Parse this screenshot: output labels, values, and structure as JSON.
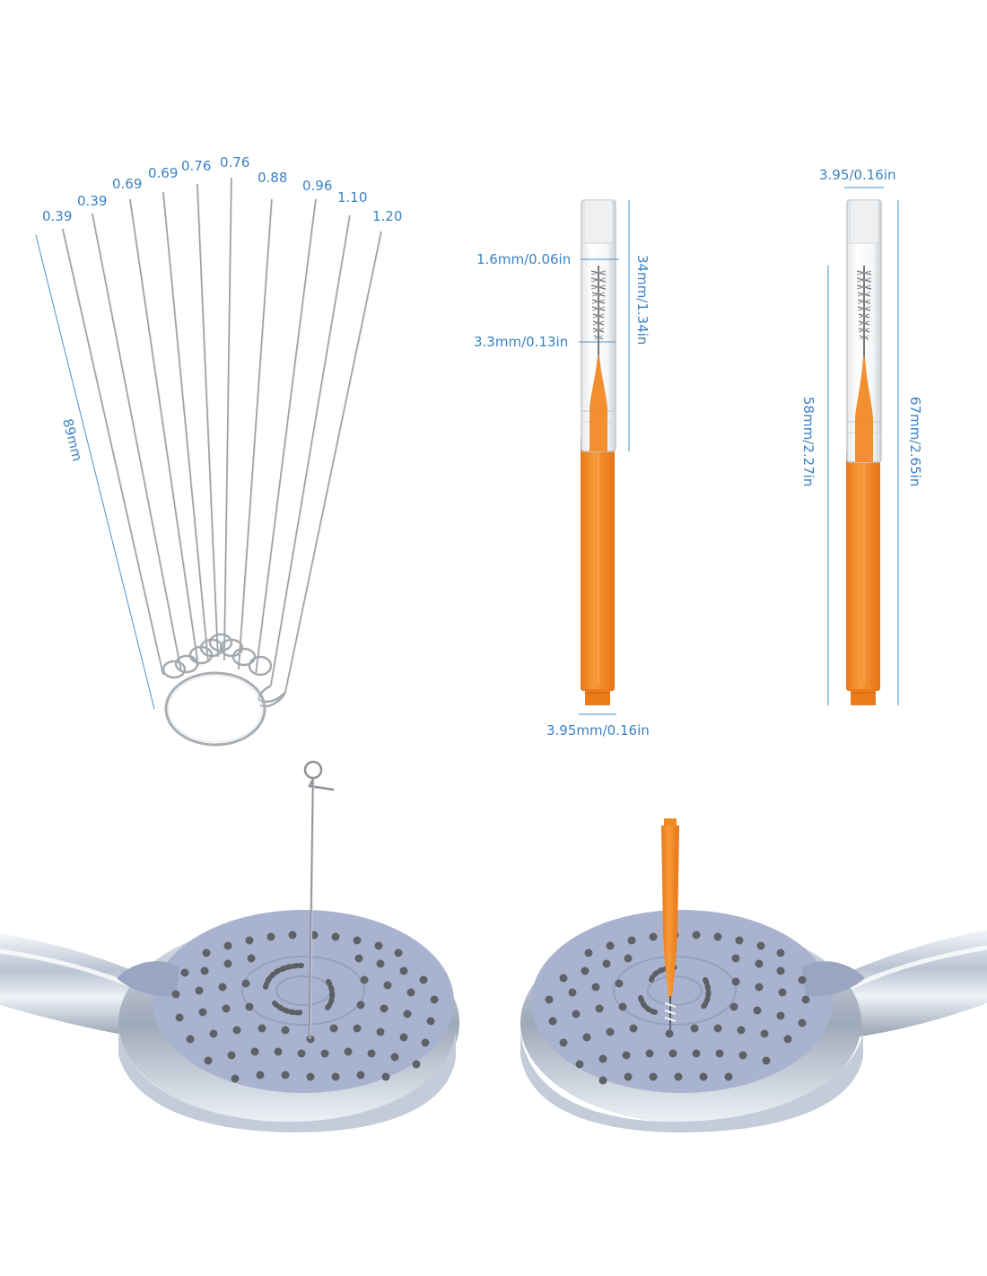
{
  "needle_set": {
    "sizes": [
      "0.39",
      "0.39",
      "0.69",
      "0.69",
      "0.76",
      "0.76",
      "0.88",
      "0.96",
      "1.10",
      "1.20"
    ],
    "length_label": "89mm"
  },
  "brush_left": {
    "tip_diameter_label": "1.6mm/0.06in",
    "base_diameter_label": "3.3mm/0.13in",
    "cap_length_label": "34mm/1.34in",
    "handle_width_label": "3.95mm/0.16in"
  },
  "brush_right": {
    "cap_width_label": "3.95/0.16in",
    "body_length_label": "58mm/2.27in",
    "total_length_label": "67mm/2.65in"
  },
  "colors": {
    "accent_blue": "#3b82c4",
    "brush_orange": "#f0861f",
    "shower_face": "#a9b3cf",
    "nozzle": "#565a5e",
    "chrome": "#cfd6e0"
  }
}
